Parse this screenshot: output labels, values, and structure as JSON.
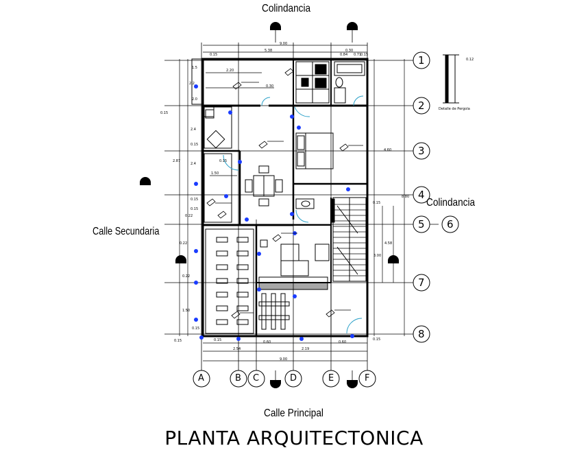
{
  "labels": {
    "north": "Colindancia",
    "east": "Colindancia",
    "west": "Calle Secundaria",
    "south": "Calle Principal",
    "title": "PLANTA ARQUITECTONICA",
    "detail": "Detalle de Pergola"
  },
  "grid_rows": [
    "1",
    "2",
    "3",
    "4",
    "5",
    "6",
    "7",
    "8"
  ],
  "grid_cols": [
    "A",
    "B",
    "C",
    "D",
    "E",
    "F"
  ],
  "dimensions": {
    "top_total": "9.00",
    "bottom_total": "9.00",
    "top_sub": [
      "0.15",
      "5.38",
      "0.30",
      "0.15"
    ],
    "top_sub2": [
      "0.84",
      "0.71"
    ],
    "bottom_sub": [
      "0.15",
      "2.54",
      "0.60",
      "2.19",
      "0.60",
      "0.15"
    ],
    "left_dims": [
      "1.5",
      "2.2",
      "2.0",
      "0.15",
      "2.4",
      "2.87",
      "0.15",
      "2.4",
      "0.15",
      "0.22",
      "0.15",
      "0.22",
      "0.22",
      "1.50",
      "0.15"
    ],
    "right_dims": [
      "4.60",
      "8.80",
      "0.15",
      "3.00",
      "4.58",
      "0.15"
    ],
    "inner_dims": [
      "2.20",
      "0.30",
      "1.50",
      "0.15",
      "0.12"
    ]
  },
  "colors": {
    "ink": "#000000",
    "wall": "#000000",
    "light_point": "#1a3cff",
    "door": "#2aa0c8"
  }
}
